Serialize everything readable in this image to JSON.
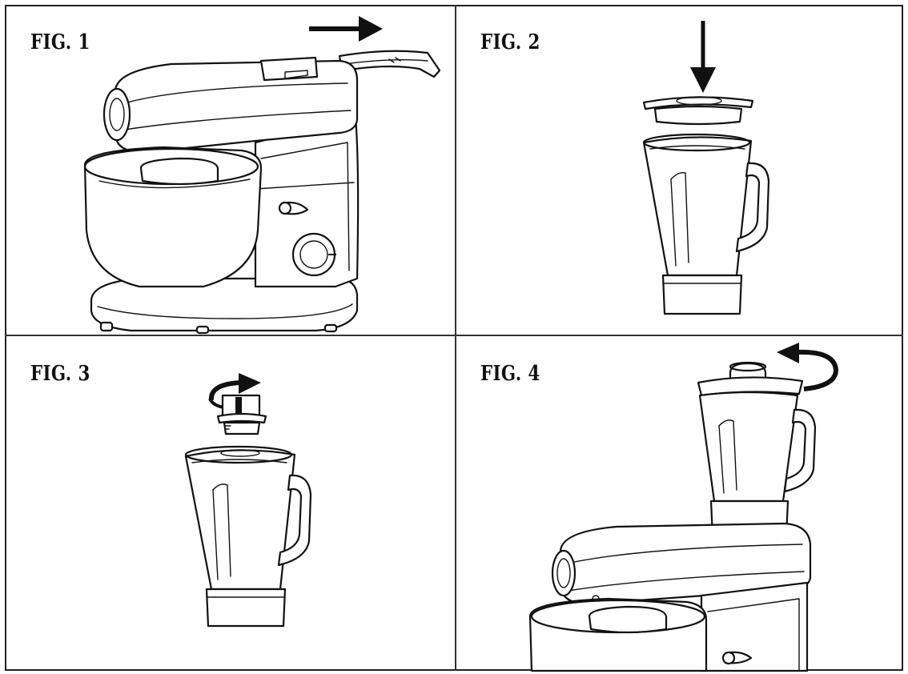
{
  "figures": [
    {
      "label": "FIG. 1",
      "arrow_icon": "arrow-right-icon"
    },
    {
      "label": "FIG. 2",
      "arrow_icon": "arrow-down-icon"
    },
    {
      "label": "FIG. 3",
      "arrow_icon": "rotate-clockwise-icon"
    },
    {
      "label": "FIG. 4",
      "arrow_icon": "rotate-counterclockwise-icon"
    }
  ]
}
